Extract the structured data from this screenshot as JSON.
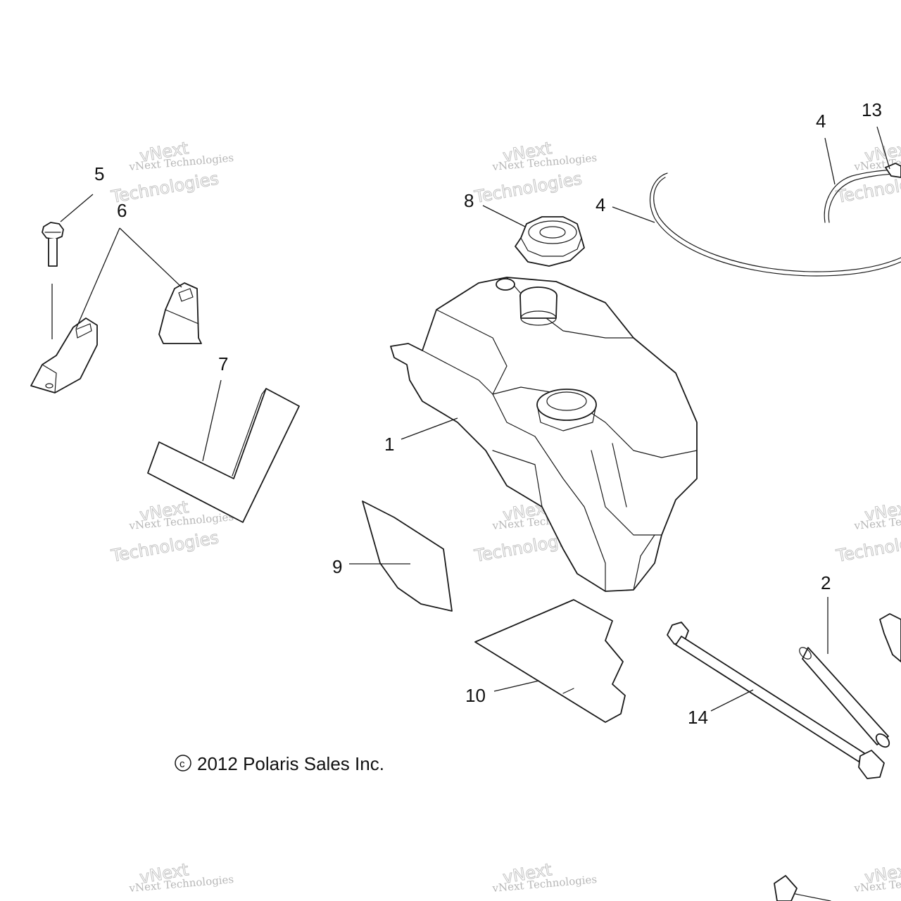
{
  "callouts": {
    "c1": "1",
    "c2": "2",
    "c4a": "4",
    "c4b": "4",
    "c5": "5",
    "c6": "6",
    "c7": "7",
    "c8": "8",
    "c9": "9",
    "c10": "10",
    "c13": "13",
    "c14": "14"
  },
  "copyright": {
    "symbol": "c",
    "text": "2012 Polaris Sales Inc."
  },
  "watermark": {
    "line1": "vNext Technologies",
    "line2": "vNext",
    "line3": "Technologies"
  }
}
